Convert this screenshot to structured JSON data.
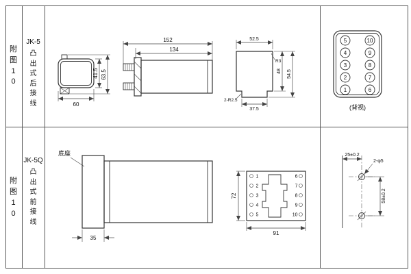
{
  "sheet": {
    "top_row": {
      "fig_label": "附图10",
      "model": "JK-5",
      "mount_type": "凸出式后接线",
      "front_view": {
        "dim_width": "60",
        "dim_inner_height": "41.5",
        "dim_total_height": "63.5"
      },
      "side_view": {
        "dim_total_length": "152",
        "dim_case_length": "134"
      },
      "profile_view": {
        "dim_top_width": "52.5",
        "radius": "R3",
        "dim_case_height": "48",
        "dim_total_height": "54.5",
        "corner_radius": "2-R2.5",
        "dim_bottom_width": "37.5"
      },
      "terminal_view": {
        "left": [
          "5",
          "4",
          "3",
          "2",
          "1"
        ],
        "right": [
          "10",
          "9",
          "8",
          "7",
          "6"
        ],
        "caption": "(背视)"
      }
    },
    "bottom_row": {
      "fig_label": "附图10",
      "model": "JK-5Q",
      "mount_type": "凸出式前接线",
      "base_view": {
        "label": "底座",
        "dim_depth": "35"
      },
      "panel_view": {
        "dim_height": "72",
        "dim_width": "91",
        "left_terminals": [
          "1",
          "2",
          "3",
          "4",
          "5"
        ],
        "right_terminals": [
          "6",
          "7",
          "8",
          "9",
          "10"
        ]
      },
      "drill_view": {
        "dim_edge_offset": "25±0.2",
        "hole_spec": "2-φ5",
        "dim_hole_spacing": "58±0.2"
      }
    }
  }
}
